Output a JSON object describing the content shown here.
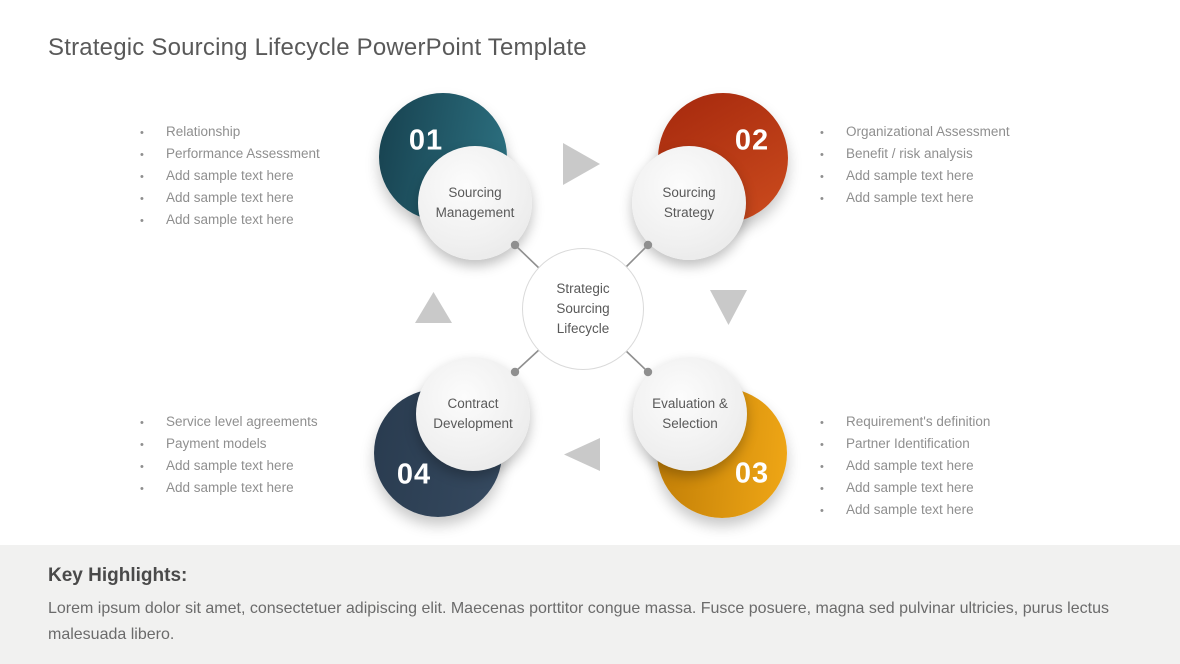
{
  "slide": {
    "title": "Strategic Sourcing Lifecycle PowerPoint Template"
  },
  "diagram": {
    "center_label": "Strategic Sourcing Lifecycle",
    "arrow_color": "#c9c9c9",
    "connector_color": "#8f8f8f",
    "nodes": [
      {
        "number": "01",
        "label": "Sourcing Management",
        "color_from": "#17414f",
        "color_to": "#2d7282"
      },
      {
        "number": "02",
        "label": "Sourcing Strategy",
        "color_from": "#a5280d",
        "color_to": "#cc4c1e"
      },
      {
        "number": "03",
        "label": "Evaluation & Selection",
        "color_from": "#c07d06",
        "color_to": "#f0a716"
      },
      {
        "number": "04",
        "label": "Contract Development",
        "color_from": "#293b4f",
        "color_to": "#364a60"
      }
    ]
  },
  "lists": {
    "top_left": [
      "Relationship",
      "Performance Assessment",
      "Add sample text here",
      "Add sample text here",
      "Add sample text here"
    ],
    "top_right": [
      "Organizational Assessment",
      "Benefit / risk analysis",
      "Add sample text here",
      "Add sample text here"
    ],
    "bottom_left": [
      "Service level agreements",
      "Payment models",
      "Add sample text here",
      "Add sample text here"
    ],
    "bottom_right": [
      "Requirement's definition",
      "Partner Identification",
      "Add sample text here",
      "Add sample text here",
      "Add sample text here"
    ]
  },
  "key_highlights": {
    "heading": "Key Highlights:",
    "body": "Lorem ipsum dolor sit amet, consectetuer adipiscing elit. Maecenas porttitor congue massa. Fusce posuere, magna sed pulvinar ultricies, purus lectus malesuada libero."
  }
}
